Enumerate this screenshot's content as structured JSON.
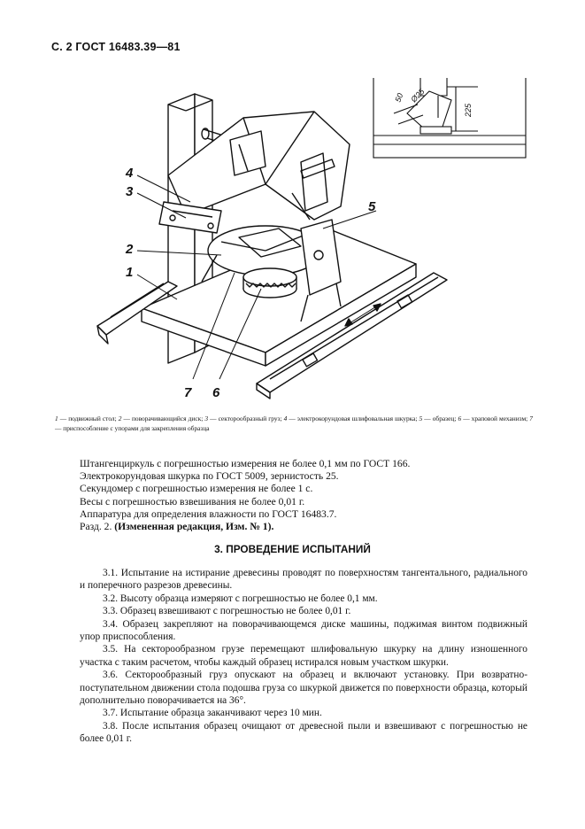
{
  "header": "С. 2 ГОСТ 16483.39—81",
  "figure": {
    "labels": [
      "4",
      "3",
      "2",
      "1",
      "5",
      "7",
      "6"
    ],
    "inset_dims": [
      "50",
      "Ø25",
      "225"
    ]
  },
  "caption": [
    {
      "num": "1",
      "text": " — подвижный стол; "
    },
    {
      "num": "2",
      "text": " — поворачивающийся диск; "
    },
    {
      "num": "3",
      "text": " — секторообразный груз; "
    },
    {
      "num": "4",
      "text": " — электрокорундовая шлифовальная шкурка; "
    },
    {
      "num": "5",
      "text": " — образец; "
    },
    {
      "num": "6",
      "text": " — храповой механизм; "
    },
    {
      "num": "7",
      "text": " — приспособление с упорами для закрепления образца"
    }
  ],
  "equipment": [
    "Штангенциркуль с погрешностью измерения не более 0,1 мм по ГОСТ 166.",
    "Электрокорундовая шкурка по ГОСТ 5009, зернистость 25.",
    "Секундомер с погрешностью измерения не более 1 с.",
    "Весы с погрешностью взвешивания не более 0,01 г.",
    "Аппаратура для определения влажности по ГОСТ 16483.7."
  ],
  "revision": {
    "prefix": "Разд. 2. ",
    "bold": "(Измененная редакция, Изм. № 1)."
  },
  "section_title": "3. ПРОВЕДЕНИЕ ИСПЫТАНИЙ",
  "paragraphs": [
    "3.1. Испытание на истирание древесины проводят по поверхностям тангентального, радиального и поперечного разрезов древесины.",
    "3.2. Высоту образца измеряют с погрешностью не более 0,1 мм.",
    "3.3. Образец взвешивают с погрешностью не более 0,01 г.",
    "3.4. Образец закрепляют на поворачивающемся диске машины, поджимая винтом подвижный упор приспособления.",
    "3.5. На секторообразном грузе перемещают шлифовальную шкурку на длину изношенного участка с таким расчетом, чтобы каждый образец истирался новым участком шкурки.",
    "3.6. Секторообразный груз опускают на образец и включают установку. При возвратно-поступательном движении стола подошва груза со шкуркой движется по поверхности образца, который дополнительно поворачивается на 36°.",
    "3.7. Испытание образца заканчивают через 10 мин.",
    "3.8. После испытания образец очищают от древесной пыли и взвешивают с погрешностью не более 0,01 г."
  ]
}
